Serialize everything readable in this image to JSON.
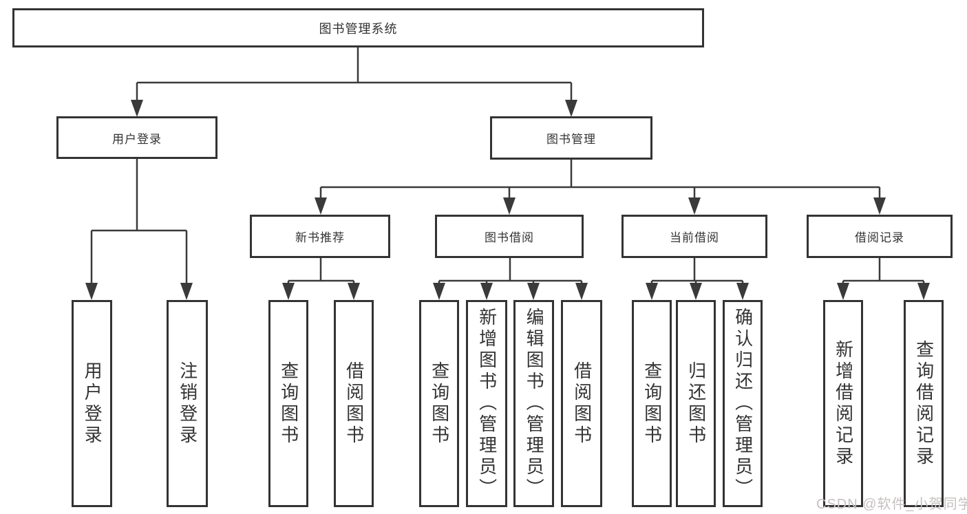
{
  "nodes": {
    "root": "图书管理系统",
    "l2": [
      "用户登录",
      "图书管理"
    ],
    "l3": [
      "新书推荐",
      "图书借阅",
      "当前借阅",
      "借阅记录"
    ],
    "leaves": {
      "login": [
        "用户登录",
        "注销登录"
      ],
      "newbook": [
        "查询图书",
        "借阅图书"
      ],
      "borrow": [
        "查询图书",
        "新增图书（管理员）",
        "编辑图书（管理员）",
        "借阅图书"
      ],
      "current": [
        "查询图书",
        "归还图书",
        "确认归还（管理员）"
      ],
      "records": [
        "新增借阅记录",
        "查询借阅记录"
      ]
    }
  },
  "watermark": "CSDN @软件_小贺同学",
  "colors": {
    "line": "#3a3a3a",
    "box_border": "#333333",
    "text": "#333333",
    "watermark_text": "#c7c0c0",
    "background": "#ffffff"
  }
}
